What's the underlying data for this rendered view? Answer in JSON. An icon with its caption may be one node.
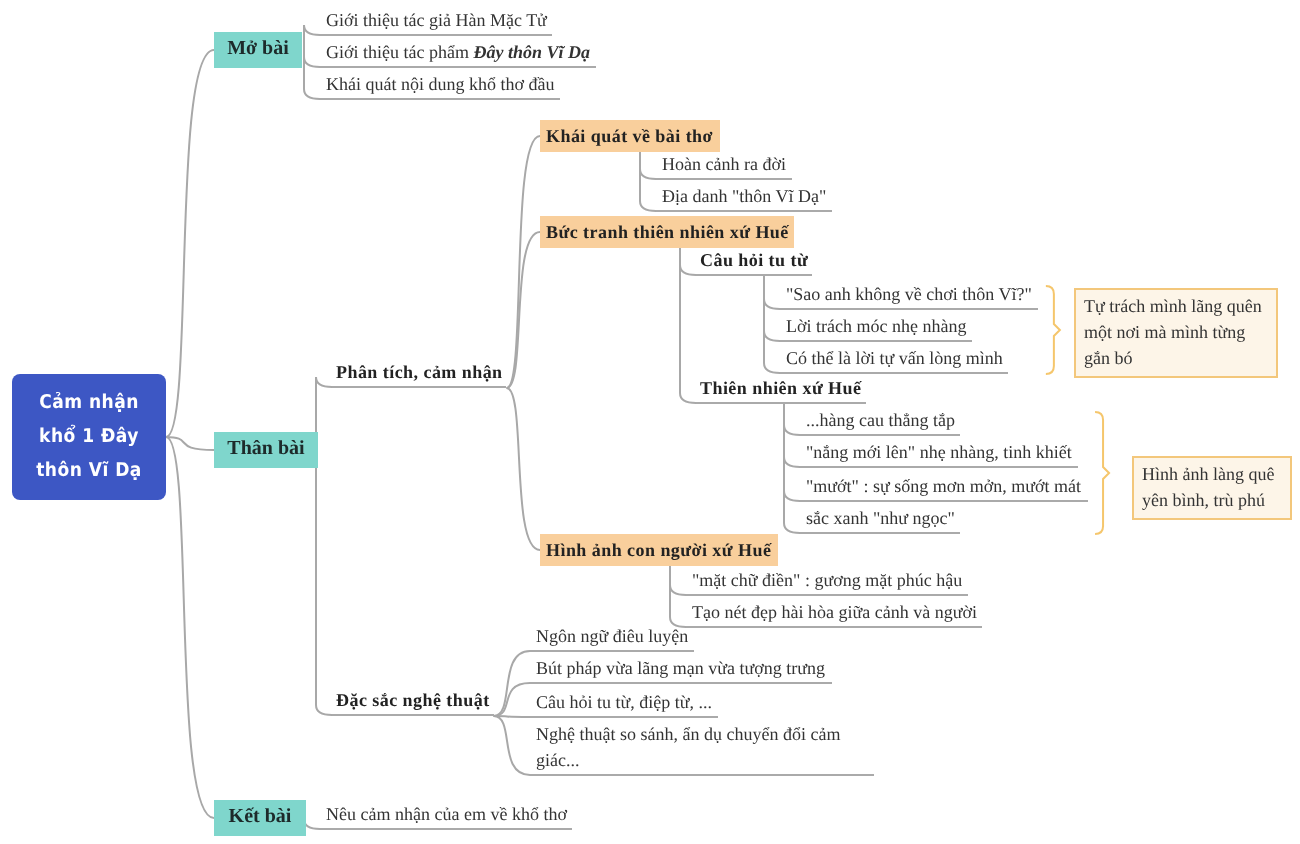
{
  "diagram": {
    "nodes": [
      {
        "text": [
          "Cảm nhận khổ 1 Đây thôn Vĩ Dạ"
        ]
      },
      {
        "text": [
          "Mở bài"
        ]
      },
      {
        "text": [
          "Giới thiệu tác giả Hàn Mặc Tử"
        ]
      },
      {
        "text": [
          "Giới thiệu tác phẩm **Đây thôn Vĩ Dạ**"
        ]
      },
      {
        "text": [
          "Khái quát nội dung khổ thơ đầu"
        ]
      },
      {
        "text": [
          "Thân bài"
        ]
      },
      {
        "text": [
          "Phân tích, cảm nhận"
        ]
      },
      {
        "text": [
          "Khái quát về bài thơ"
        ]
      },
      {
        "text": [
          "Hoàn cảnh ra đời"
        ]
      },
      {
        "text": [
          "Địa danh \"thôn Vĩ Dạ\""
        ]
      },
      {
        "text": [
          "Bức tranh thiên nhiên xứ Huế"
        ]
      },
      {
        "text": [
          "Câu hỏi tu từ"
        ]
      },
      {
        "text": [
          "\"Sao anh không về chơi thôn Vĩ?\""
        ]
      },
      {
        "text": [
          "Lời trách móc nhẹ nhàng"
        ]
      },
      {
        "text": [
          "Có thể là lời tự vấn lòng mình"
        ]
      },
      {
        "text": [
          "Tự trách mình lãng quên một nơi mà mình từng gắn bó"
        ]
      },
      {
        "text": [
          "Thiên nhiên xứ Huế"
        ]
      },
      {
        "text": [
          "...hàng cau thẳng tắp"
        ]
      },
      {
        "text": [
          "\"nắng mới lên\" nhẹ nhàng, tinh khiết"
        ]
      },
      {
        "text": [
          "\"mướt\" : sự sống mơn mởn, mướt mát"
        ]
      },
      {
        "text": [
          "sắc xanh \"như ngọc\""
        ]
      },
      {
        "text": [
          "Hình ảnh làng quê yên bình, trù phú"
        ]
      },
      {
        "text": [
          "Hình ảnh con người xứ Huế"
        ]
      },
      {
        "text": [
          "\"mặt chữ điền\" : gương mặt phúc hậu"
        ]
      },
      {
        "text": [
          "Tạo nét đẹp hài hòa giữa cảnh và người"
        ]
      },
      {
        "text": [
          "Đặc sắc nghệ thuật"
        ]
      },
      {
        "text": [
          "Ngôn ngữ điêu luyện"
        ]
      },
      {
        "text": [
          "Bút pháp vừa lãng mạn vừa tượng trưng"
        ]
      },
      {
        "text": [
          "Câu hỏi tu từ, điệp từ, ..."
        ]
      },
      {
        "text": [
          "Nghệ thuật so sánh, ẩn dụ chuyển đổi cảm giác..."
        ]
      },
      {
        "text": [
          "Kết bài"
        ]
      },
      {
        "text": [
          "Nêu cảm nhận của em về khổ thơ"
        ]
      }
    ],
    "edges": [
      {
        "from": 0,
        "to": 1,
        "arrow": "none"
      },
      {
        "from": 0,
        "to": 5,
        "arrow": "none"
      },
      {
        "from": 0,
        "to": 30,
        "arrow": "none"
      },
      {
        "from": 1,
        "to": 2,
        "arrow": "none"
      },
      {
        "from": 1,
        "to": 3,
        "arrow": "none"
      },
      {
        "from": 1,
        "to": 4,
        "arrow": "none"
      },
      {
        "from": 5,
        "to": 6,
        "arrow": "none"
      },
      {
        "from": 5,
        "to": 25,
        "arrow": "none"
      },
      {
        "from": 6,
        "to": 7,
        "arrow": "none"
      },
      {
        "from": 6,
        "to": 10,
        "arrow": "none"
      },
      {
        "from": 6,
        "to": 22,
        "arrow": "none"
      },
      {
        "from": 7,
        "to": 8,
        "arrow": "none"
      },
      {
        "from": 7,
        "to": 9,
        "arrow": "none"
      },
      {
        "from": 10,
        "to": 11,
        "arrow": "none"
      },
      {
        "from": 10,
        "to": 16,
        "arrow": "none"
      },
      {
        "from": 11,
        "to": 12,
        "arrow": "none"
      },
      {
        "from": 11,
        "to": 13,
        "arrow": "none"
      },
      {
        "from": 11,
        "to": 14,
        "arrow": "none"
      },
      {
        "from": 16,
        "to": 17,
        "arrow": "none"
      },
      {
        "from": 16,
        "to": 18,
        "arrow": "none"
      },
      {
        "from": 16,
        "to": 19,
        "arrow": "none"
      },
      {
        "from": 16,
        "to": 20,
        "arrow": "none"
      },
      {
        "from": 22,
        "to": 23,
        "arrow": "none"
      },
      {
        "from": 22,
        "to": 24,
        "arrow": "none"
      },
      {
        "from": 25,
        "to": 26,
        "arrow": "none"
      },
      {
        "from": 25,
        "to": 27,
        "arrow": "none"
      },
      {
        "from": 25,
        "to": 28,
        "arrow": "none"
      },
      {
        "from": 25,
        "to": 29,
        "arrow": "none"
      },
      {
        "from": 30,
        "to": 31,
        "arrow": "none"
      }
    ]
  }
}
